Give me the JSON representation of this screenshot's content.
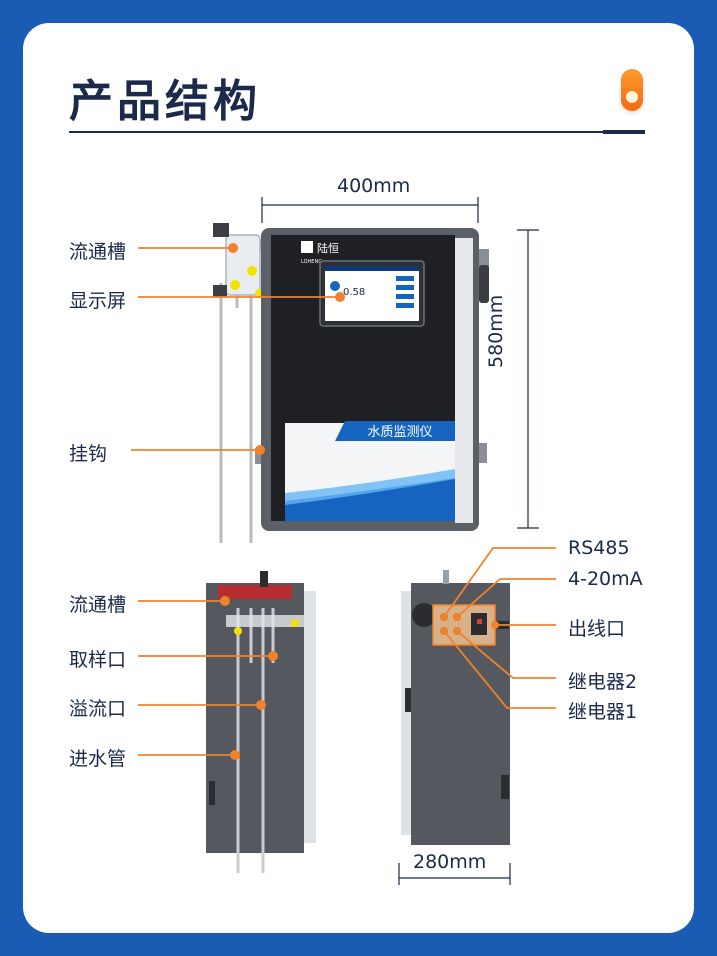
{
  "header": {
    "title": "产品结构"
  },
  "dimensions": {
    "width_front": "400mm",
    "height_front": "580mm",
    "depth_back": "280mm"
  },
  "front_labels": [
    "流通槽",
    "显示屏",
    "挂钩"
  ],
  "side_labels": [
    "流通槽",
    "取样口",
    "溢流口",
    "进水管"
  ],
  "back_labels": [
    "RS485",
    "4-20mA",
    "出线口",
    "继电器2",
    "继电器1"
  ],
  "device": {
    "logo_text": "陆恒",
    "logo_sub": "LOHENG",
    "panel_text": "水质监测仪",
    "screen_reading": "0.58"
  },
  "colors": {
    "accent": "#f0822a",
    "brand": "#1a5cb3",
    "text": "#1b2a4a"
  }
}
